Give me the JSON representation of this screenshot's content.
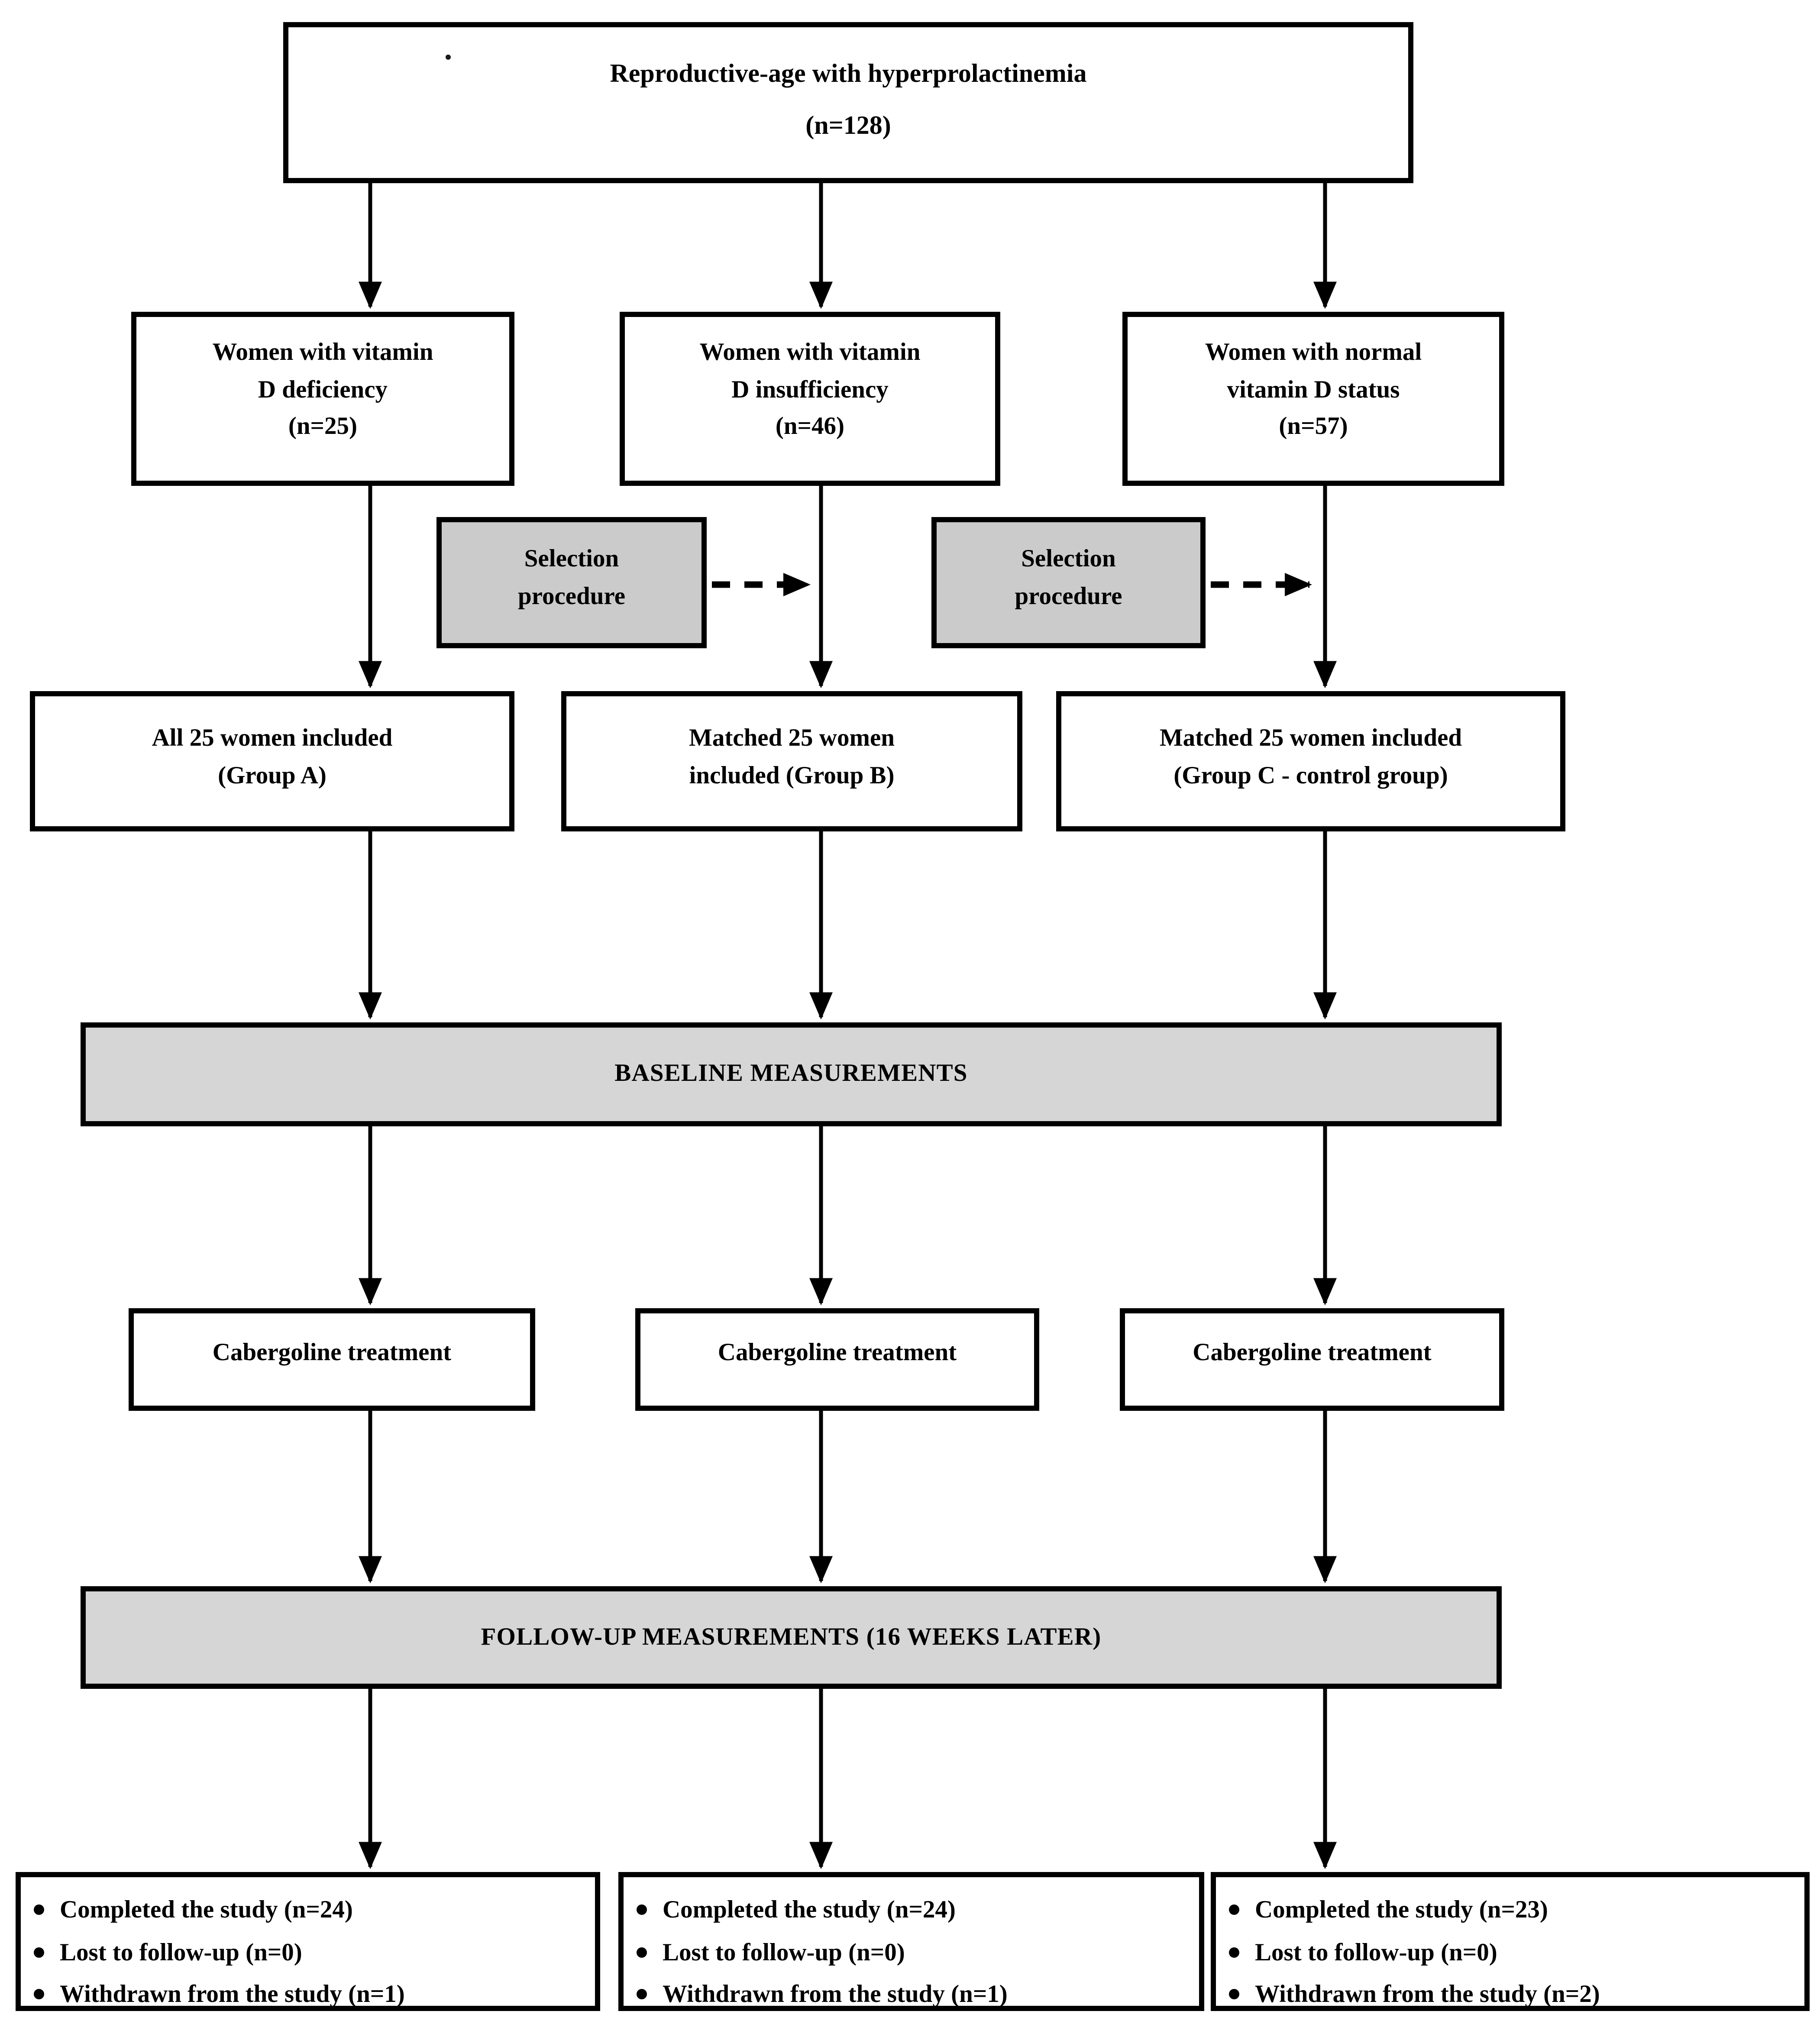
{
  "figure": {
    "type": "study-flow-diagram",
    "top_box": {
      "title": "Reproductive-age with hyperprolactinemia",
      "n": "(n=128)"
    },
    "cohort_boxes": [
      {
        "text": "Women with vitamin\nD deficiency\n(n=25)"
      },
      {
        "text": "Women with vitamin\nD insufficiency\n(n=46)"
      },
      {
        "text": "Women with normal\nvitamin D status\n(n=57)"
      }
    ],
    "selection_boxes": [
      {
        "text": "Selection\nprocedure"
      },
      {
        "text": "Selection\nprocedure"
      }
    ],
    "group_boxes": [
      {
        "text": "All 25 women included\n(Group A)"
      },
      {
        "text": "Matched 25 women\nincluded (Group B)"
      },
      {
        "text": "Matched 25 women included\n(Group C - control group)"
      }
    ],
    "bars": {
      "baseline": "BASELINE MEASUREMENTS",
      "followup": "FOLLOW-UP MEASUREMENTS (16 WEEKS LATER)"
    },
    "treatment_boxes": [
      {
        "text": "Cabergoline treatment"
      },
      {
        "text": "Cabergoline treatment"
      },
      {
        "text": "Cabergoline treatment"
      }
    ],
    "outcome_boxes": [
      {
        "items": [
          "Completed the study (n=24)",
          "Lost to follow-up (n=0)",
          "Withdrawn from the study (n=1)"
        ]
      },
      {
        "items": [
          "Completed the study (n=24)",
          "Lost to follow-up (n=0)",
          "Withdrawn from the study (n=1)"
        ]
      },
      {
        "items": [
          "Completed the study (n=23)",
          "Lost to follow-up (n=0)",
          "Withdrawn from the study (n=2)"
        ]
      }
    ],
    "colors": {
      "border": "#000000",
      "bar_fill": "#d6d6d6",
      "selection_fill": "#cbcbcb",
      "background": "#ffffff"
    }
  }
}
